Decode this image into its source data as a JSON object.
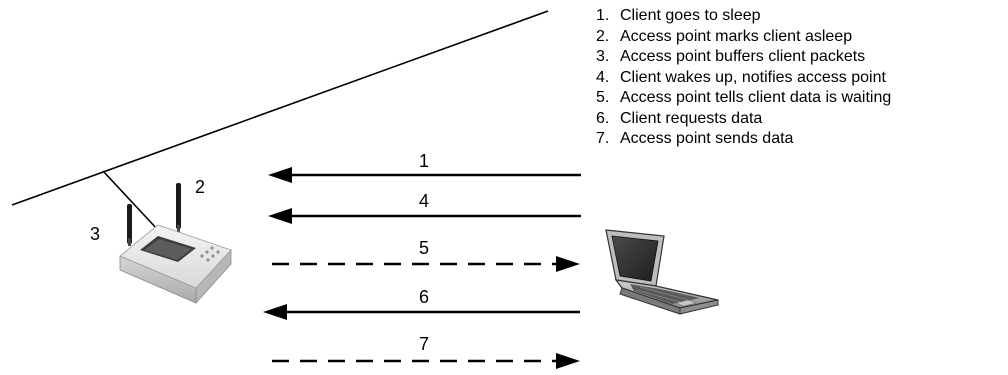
{
  "steps": [
    {
      "number": "1.",
      "text": "Client goes to sleep"
    },
    {
      "number": "2.",
      "text": "Access point marks client asleep"
    },
    {
      "number": "3.",
      "text": "Access point buffers client packets"
    },
    {
      "number": "4.",
      "text": "Client wakes up, notifies access point"
    },
    {
      "number": "5.",
      "text": "Access point tells client data is waiting"
    },
    {
      "number": "6.",
      "text": "Client requests data"
    },
    {
      "number": "7.",
      "text": "Access point sends data"
    }
  ],
  "access_point_labels": {
    "antenna_right": "2",
    "antenna_left": "3"
  },
  "arrows": [
    {
      "label": "1",
      "direction": "to-access-point",
      "style": "solid"
    },
    {
      "label": "4",
      "direction": "to-access-point",
      "style": "solid"
    },
    {
      "label": "5",
      "direction": "to-client",
      "style": "dashed"
    },
    {
      "label": "6",
      "direction": "to-access-point",
      "style": "solid"
    },
    {
      "label": "7",
      "direction": "to-client",
      "style": "dashed"
    }
  ],
  "icons": {
    "access_point": "wireless-access-point-icon",
    "client": "laptop-icon"
  }
}
